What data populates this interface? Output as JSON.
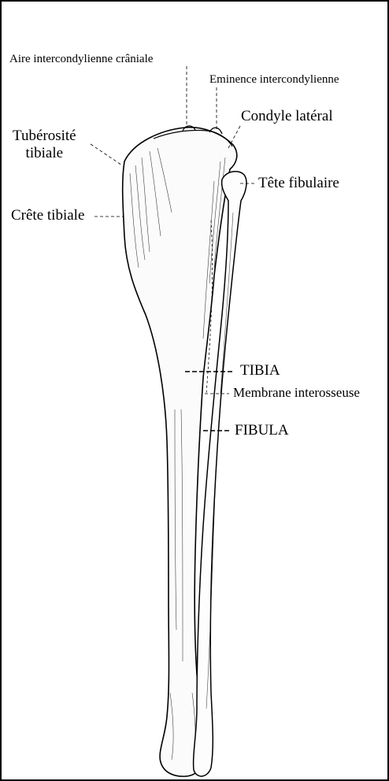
{
  "figure": {
    "subject": "Tibia et fibula — vue crâniale",
    "colors": {
      "line": "#000000",
      "background": "#ffffff"
    }
  },
  "labels": {
    "aire_intercondylienne": "Aire intercondylienne crâniale",
    "eminence_intercondylienne": "Eminence intercondylienne",
    "condyle_lateral": "Condyle latéral",
    "tuberosite_tibiale": "Tubérosité\ntibiale",
    "tete_fibulaire": "Tête fibulaire",
    "crete_tibiale": "Crête tibiale",
    "tibia": "TIBIA",
    "membrane_interosseuse": "Membrane interosseuse",
    "fibula": "FIBULA"
  }
}
